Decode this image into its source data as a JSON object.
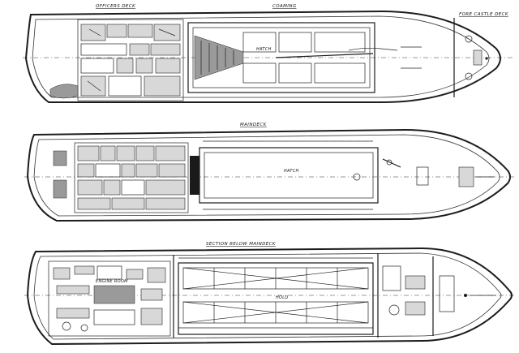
{
  "views": [
    {
      "id": "upper",
      "titles": [
        {
          "key": "officers_deck",
          "text": "OFFICERS DECK"
        },
        {
          "key": "coaming",
          "text": "COAMING"
        },
        {
          "key": "forecastle_deck",
          "text": "FORE CASTLE DECK"
        }
      ],
      "labels": [
        {
          "key": "hatch",
          "text": "HATCH"
        }
      ]
    },
    {
      "id": "main",
      "titles": [
        {
          "key": "main_deck",
          "text": "MAINDECK"
        }
      ],
      "labels": [
        {
          "key": "hatch",
          "text": "HATCH"
        }
      ]
    },
    {
      "id": "below",
      "titles": [
        {
          "key": "section_below_maindeck",
          "text": "SECTION BELOW MAINDECK"
        }
      ],
      "labels": [
        {
          "key": "engine_room",
          "text": "ENGINE ROOM"
        },
        {
          "key": "hold",
          "text": "HOLD"
        }
      ]
    }
  ]
}
